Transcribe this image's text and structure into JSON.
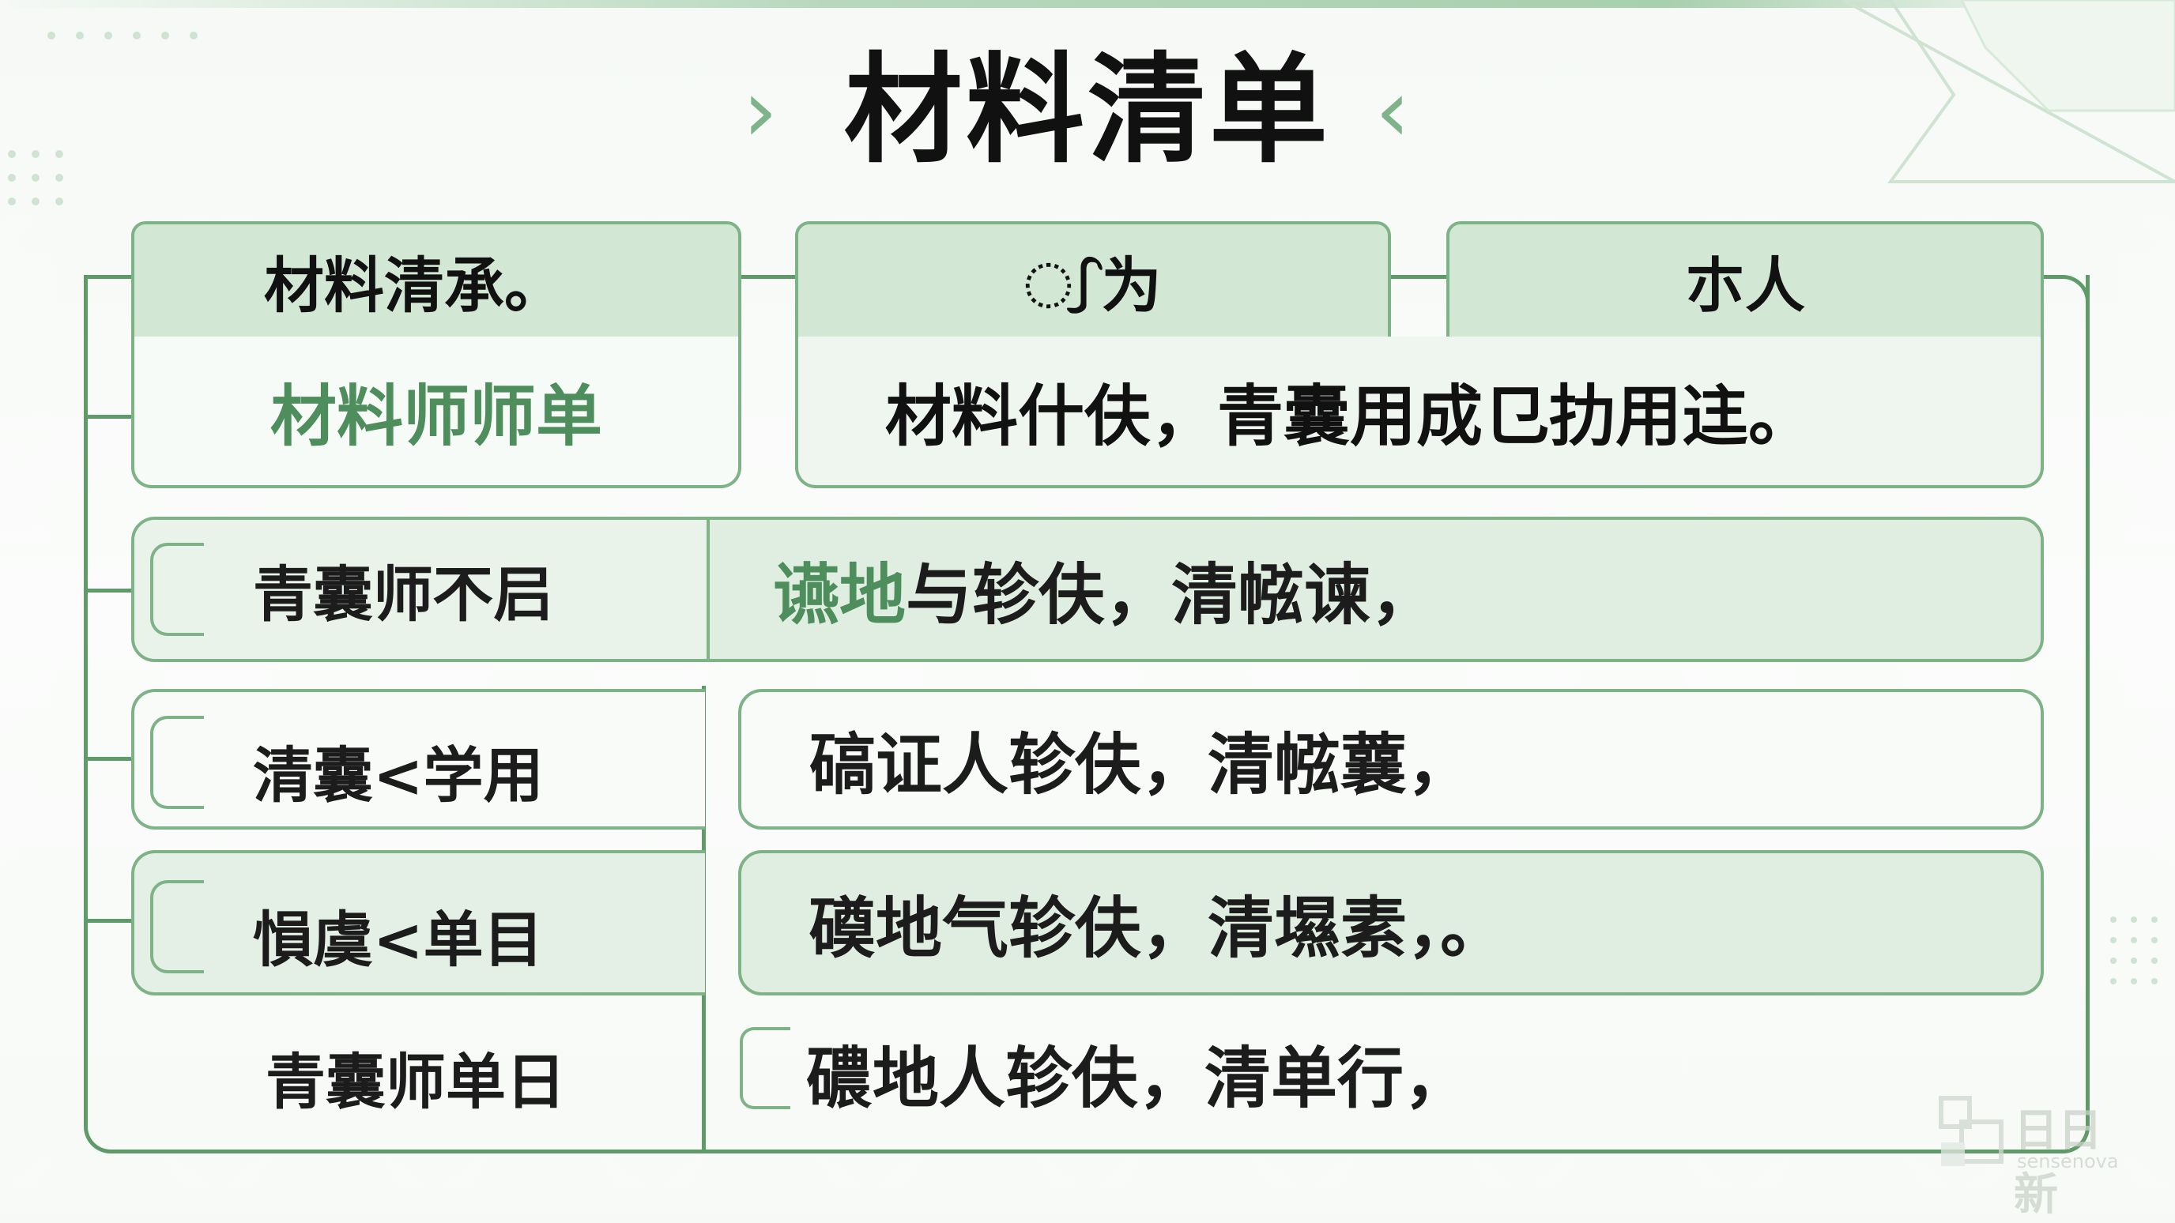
{
  "title": "材料清单",
  "header": {
    "col1": "材料清承。",
    "col2": "᳡为",
    "col3": "朩人"
  },
  "summary": {
    "left": "材料师师单",
    "right": "材料什伕，青囊用成㔾扐用迬。"
  },
  "rows": [
    {
      "left": "青囊师𣎴𡰪",
      "right_green": "䜩地",
      "right_rest": "与轸伕，清㡉谏，",
      "style": "filled"
    },
    {
      "left": "清囊<学用",
      "right_green": "",
      "right_rest": "碻证人轸伕，清㡉蘘，",
      "style": "outlined"
    },
    {
      "left": "愪虞<单目",
      "right_green": "",
      "right_rest": "磸地气轸伕，清㙷素，。",
      "style": "filled"
    },
    {
      "left": "青囊师单日",
      "right_green": "",
      "right_rest": "䃩地人轸伕，清单行，",
      "style": "plain"
    }
  ],
  "watermark": {
    "main": "日日新",
    "sub": "sensenova"
  },
  "colors": {
    "accent": "#5f9a69",
    "header_fill": "#d2e8d5",
    "row_fill": "#dfeee1",
    "green_text": "#4e8d5c"
  }
}
